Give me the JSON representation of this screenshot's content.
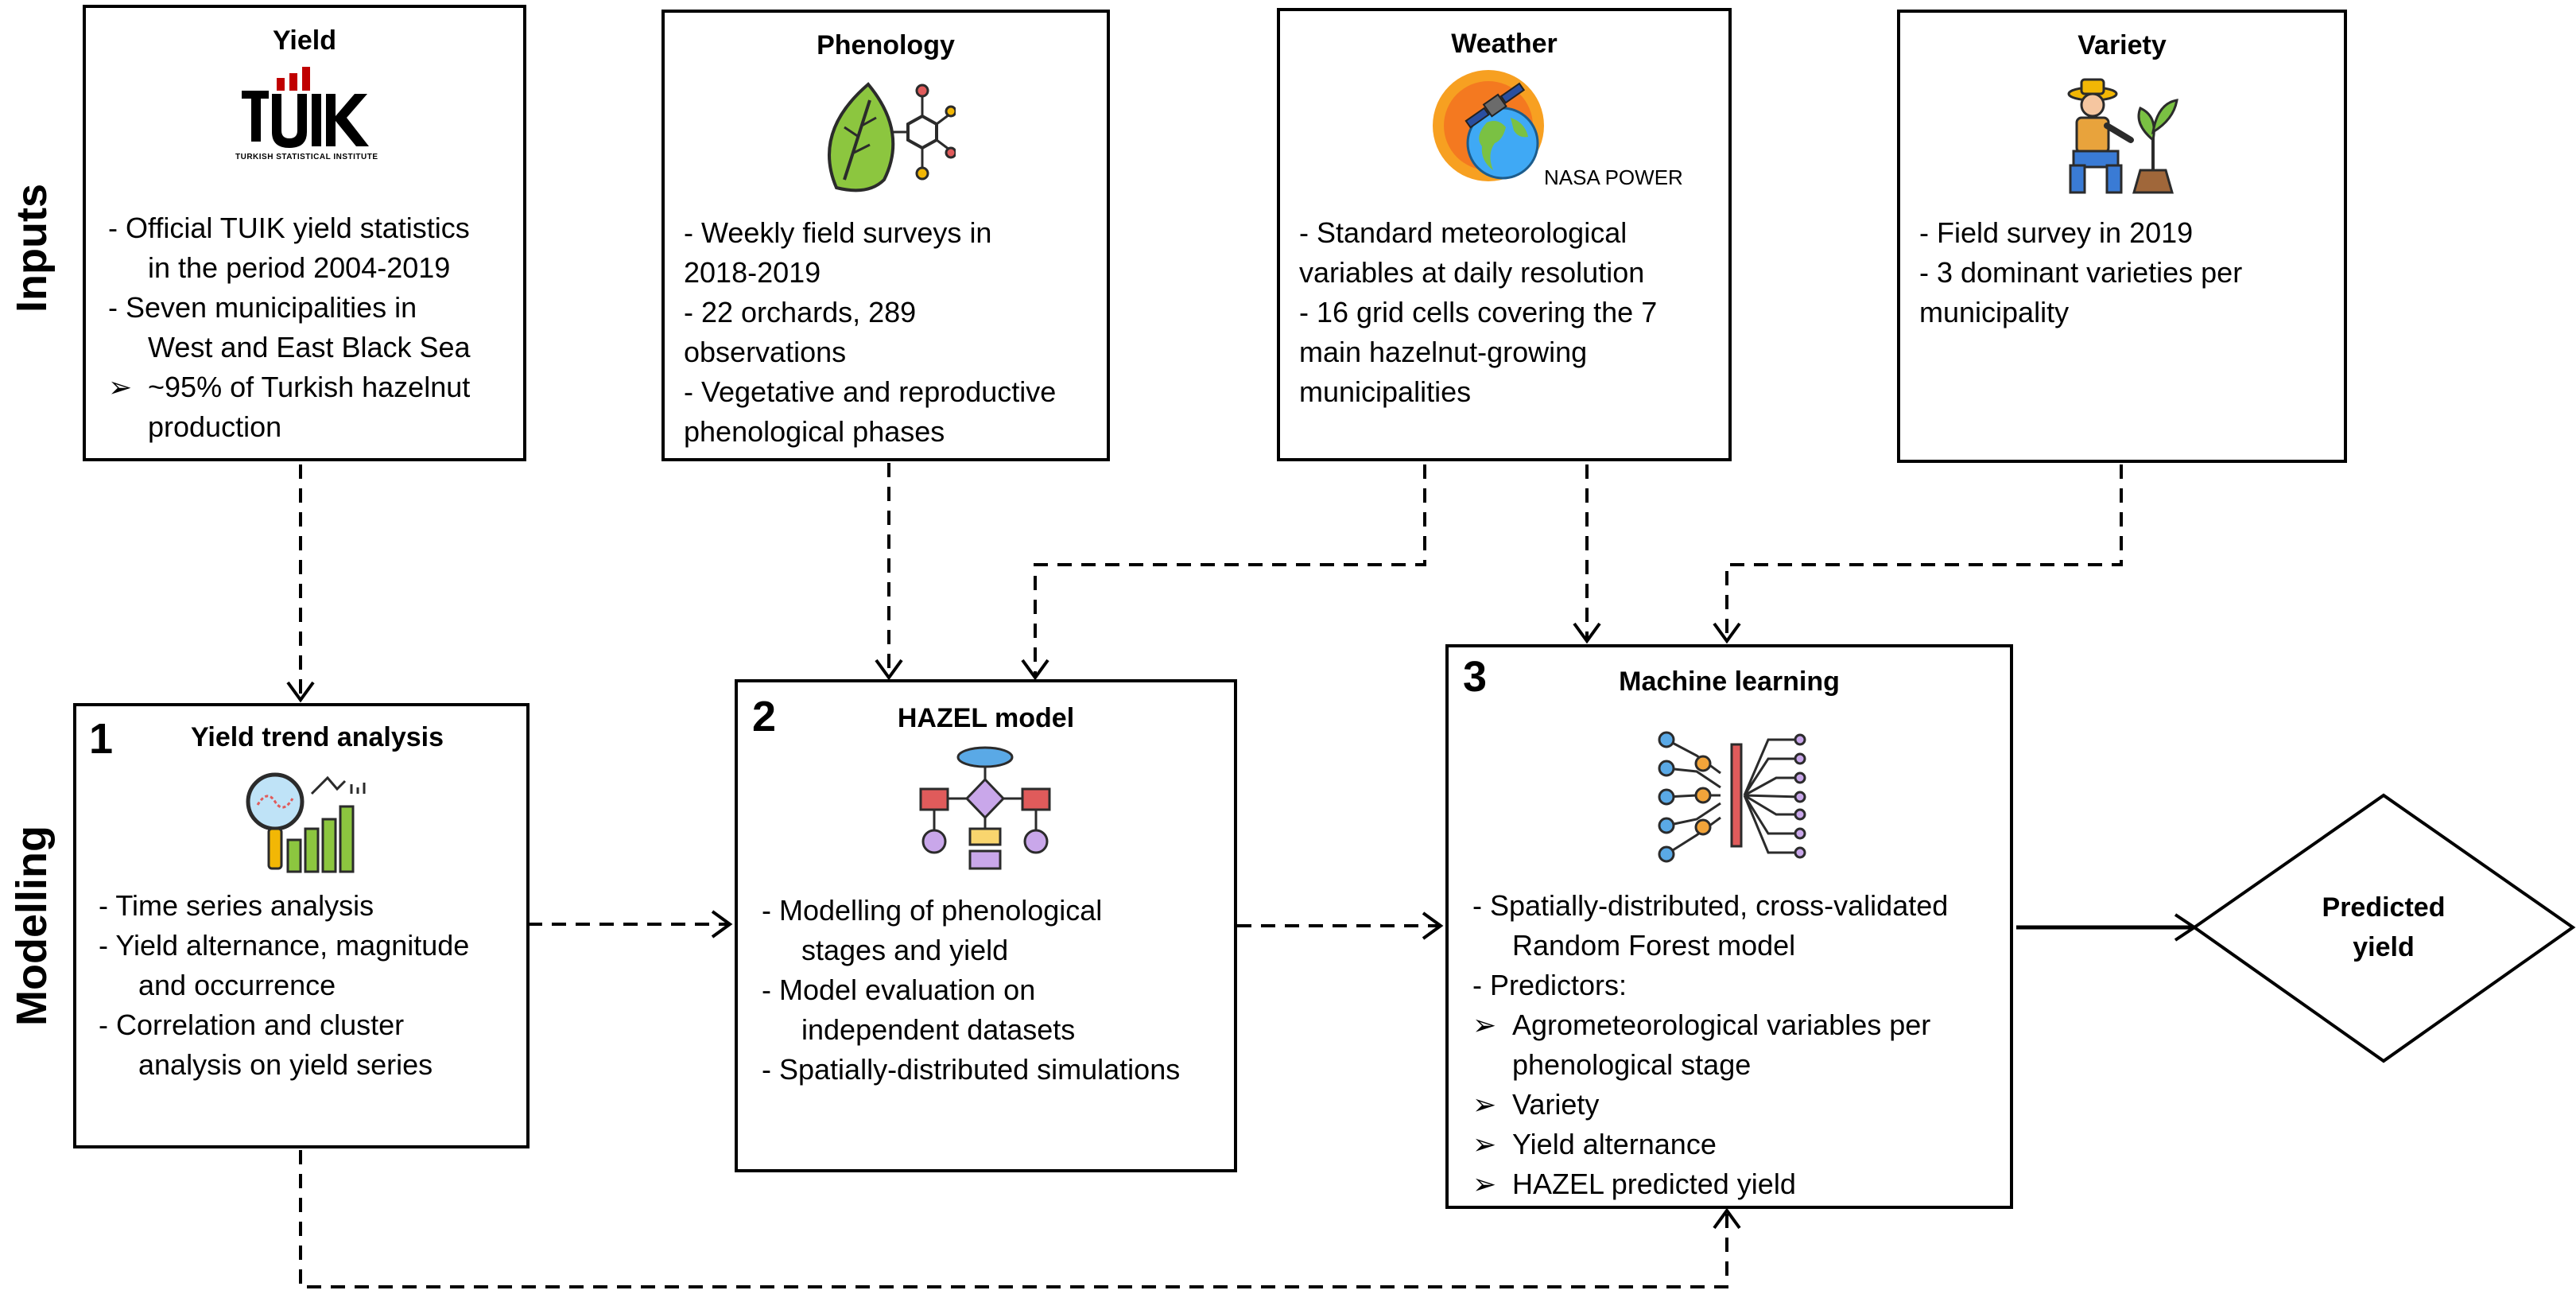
{
  "sections": {
    "inputs": "Inputs",
    "modelling": "Modelling"
  },
  "inputs": {
    "yield": {
      "title": "Yield",
      "logo_text": "TUIK",
      "logo_caption": "TURKISH STATISTICAL INSTITUTE",
      "lines": [
        "- Official TUIK yield statistics",
        "  in the period 2004-2019",
        "- Seven municipalities in",
        "  West and East Black Sea",
        "~95% of Turkish hazelnut",
        "production"
      ]
    },
    "phenology": {
      "title": "Phenology",
      "lines": [
        "- Weekly field surveys in",
        "  2018-2019",
        "- 22 orchards, 289",
        "  observations",
        "- Vegetative and reproductive",
        "  phenological phases"
      ]
    },
    "weather": {
      "title": "Weather",
      "logo_caption": "NASA POWER",
      "lines": [
        "- Standard meteorological",
        "  variables at daily resolution",
        "- 16 grid cells covering the 7",
        "  main hazelnut-growing",
        "  municipalities"
      ]
    },
    "variety": {
      "title": "Variety",
      "lines": [
        "- Field survey in 2019",
        "- 3 dominant varieties per",
        "  municipality"
      ]
    }
  },
  "modelling": {
    "trend": {
      "number": "1",
      "title": "Yield trend analysis",
      "lines": [
        "- Time series analysis",
        "- Yield alternance, magnitude",
        "  and occurrence",
        "- Correlation and cluster",
        "  analysis on yield series"
      ]
    },
    "hazel": {
      "number": "2",
      "title": "HAZEL model",
      "lines": [
        "- Modelling of phenological",
        "  stages and yield",
        "- Model evaluation on",
        "  independent datasets",
        "- Spatially-distributed simulations"
      ]
    },
    "ml": {
      "number": "3",
      "title": "Machine learning",
      "lines": [
        "- Spatially-distributed, cross-validated",
        "  Random Forest model",
        "- Predictors:",
        "Agrometeorological variables  per",
        "phenological stage",
        "Variety",
        "Yield alternance",
        "HAZEL predicted yield"
      ]
    },
    "output": {
      "line1": "Predicted",
      "line2": "yield"
    }
  },
  "icons": [
    "tuik-logo",
    "leaf-molecule-icon",
    "nasa-globe-icon",
    "farmer-plant-icon",
    "magnifier-chart-icon",
    "flowchart-icon",
    "neural-network-icon"
  ]
}
